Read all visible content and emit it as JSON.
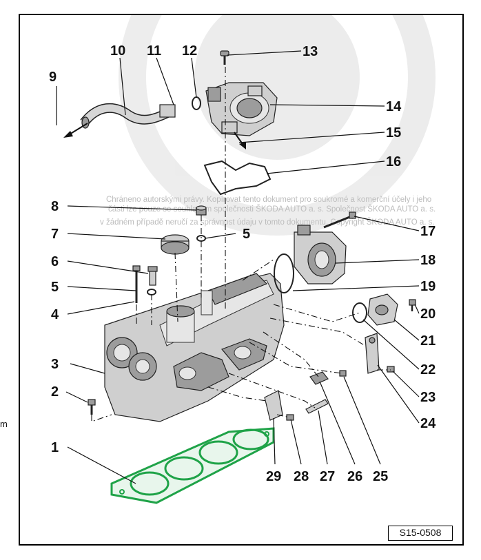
{
  "diagram": {
    "callouts": [
      "1",
      "2",
      "3",
      "4",
      "5",
      "5",
      "6",
      "7",
      "8",
      "9",
      "10",
      "11",
      "12",
      "13",
      "14",
      "15",
      "16",
      "17",
      "18",
      "19",
      "20",
      "21",
      "22",
      "23",
      "24",
      "25",
      "26",
      "27",
      "28",
      "29"
    ],
    "watermark": [
      "Chráneno autorskými právy. Kopírovat tento dokument pro soukromé a komerční účely i jeho",
      "části lze pouze se souhlasem společnosti ŠKODA AUTO a. s. Společnost ŠKODA AUTO a. s.",
      "v žádném případě neručí za správnost údaju v tomto dokumentu. Copyright ŠKODA AUTO a. s."
    ],
    "figure_code": "S15-0508",
    "side_label": "m",
    "colors": {
      "gasket": "#1fa348",
      "line": "#111111",
      "part": "#cfcfcf",
      "frame": "#000000"
    }
  }
}
